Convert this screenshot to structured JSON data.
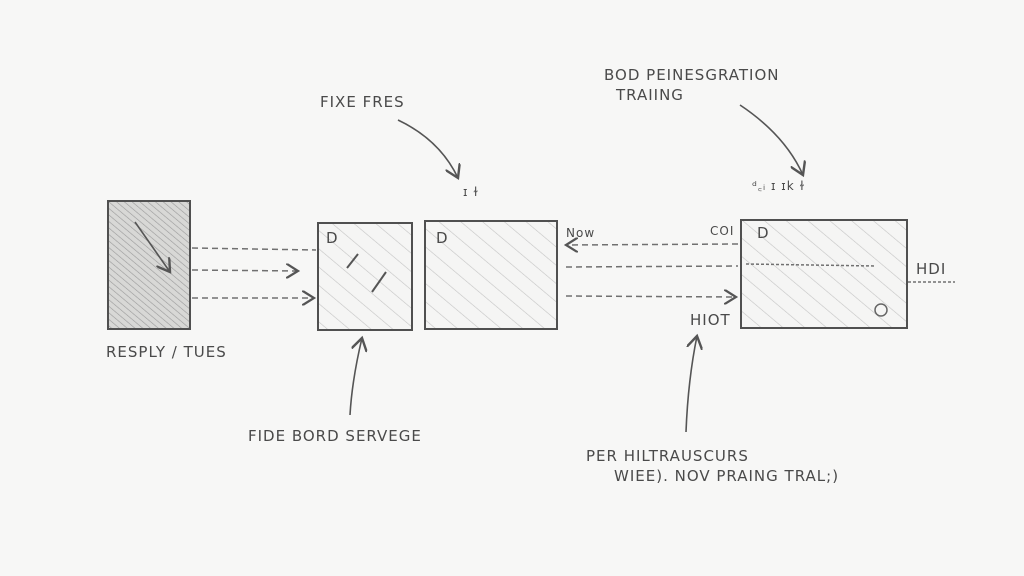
{
  "labels": {
    "fixe_fres": "FIXE FRES",
    "bod_line1": "BOD PEINESGRATION",
    "bod_line2": "TRAIING",
    "resply_tues": "RESPLY / TUES",
    "fide_bord": "FIDE BORD SERVEGE",
    "per_line1": "PER HILTRAUSCURS",
    "per_line2": "WIEE). NOV PRAING TRAL;)",
    "now": "Now",
    "col": "COI",
    "hiot": "HIOT",
    "hdi": "HDI",
    "box2_d": "D",
    "box3_d": "D",
    "box4_d": "D"
  },
  "colors": {
    "ink": "#505050",
    "paper": "#f7f7f6"
  }
}
